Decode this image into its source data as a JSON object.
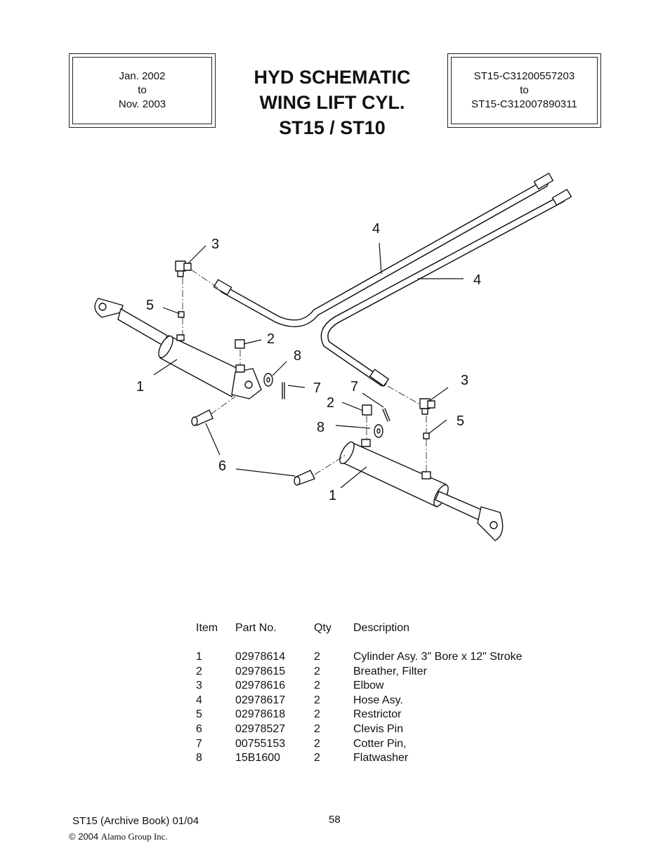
{
  "header": {
    "date_box": [
      "Jan. 2002",
      "to",
      "Nov. 2003"
    ],
    "serial_box": [
      "ST15-C31200557203",
      "to",
      "ST15-C312007890311"
    ],
    "title_lines": [
      "HYD SCHEMATIC",
      "WING LIFT CYL.",
      "ST15 / ST10"
    ]
  },
  "callouts": {
    "c3a": "3",
    "c4a": "4",
    "c4b": "4",
    "c5a": "5",
    "c2a": "2",
    "c8a": "8",
    "c1a": "1",
    "c7a": "7",
    "c7b": "7",
    "c3b": "3",
    "c2b": "2",
    "c8b": "8",
    "c5b": "5",
    "c6": "6",
    "c1b": "1"
  },
  "parts_table": {
    "headers": [
      "Item",
      "Part No.",
      "Qty",
      "Description"
    ],
    "rows": [
      [
        "1",
        "02978614",
        "2",
        "Cylinder Asy. 3\" Bore  x 12\" Stroke"
      ],
      [
        "2",
        "02978615",
        "2",
        "Breather, Filter"
      ],
      [
        "3",
        "02978616",
        "2",
        "Elbow"
      ],
      [
        "4",
        "02978617",
        "2",
        "Hose Asy."
      ],
      [
        "5",
        "02978618",
        "2",
        "Restrictor"
      ],
      [
        "6",
        "02978527",
        "2",
        "Clevis Pin"
      ],
      [
        "7",
        "00755153",
        "2",
        "Cotter Pin,"
      ],
      [
        "8",
        "15B1600",
        "2",
        "Flatwasher"
      ]
    ]
  },
  "footer": {
    "book": "ST15  (Archive Book) 01/04",
    "page": "58",
    "copyright_year": "© 2004",
    "copyright_org": "Alamo Group Inc."
  }
}
